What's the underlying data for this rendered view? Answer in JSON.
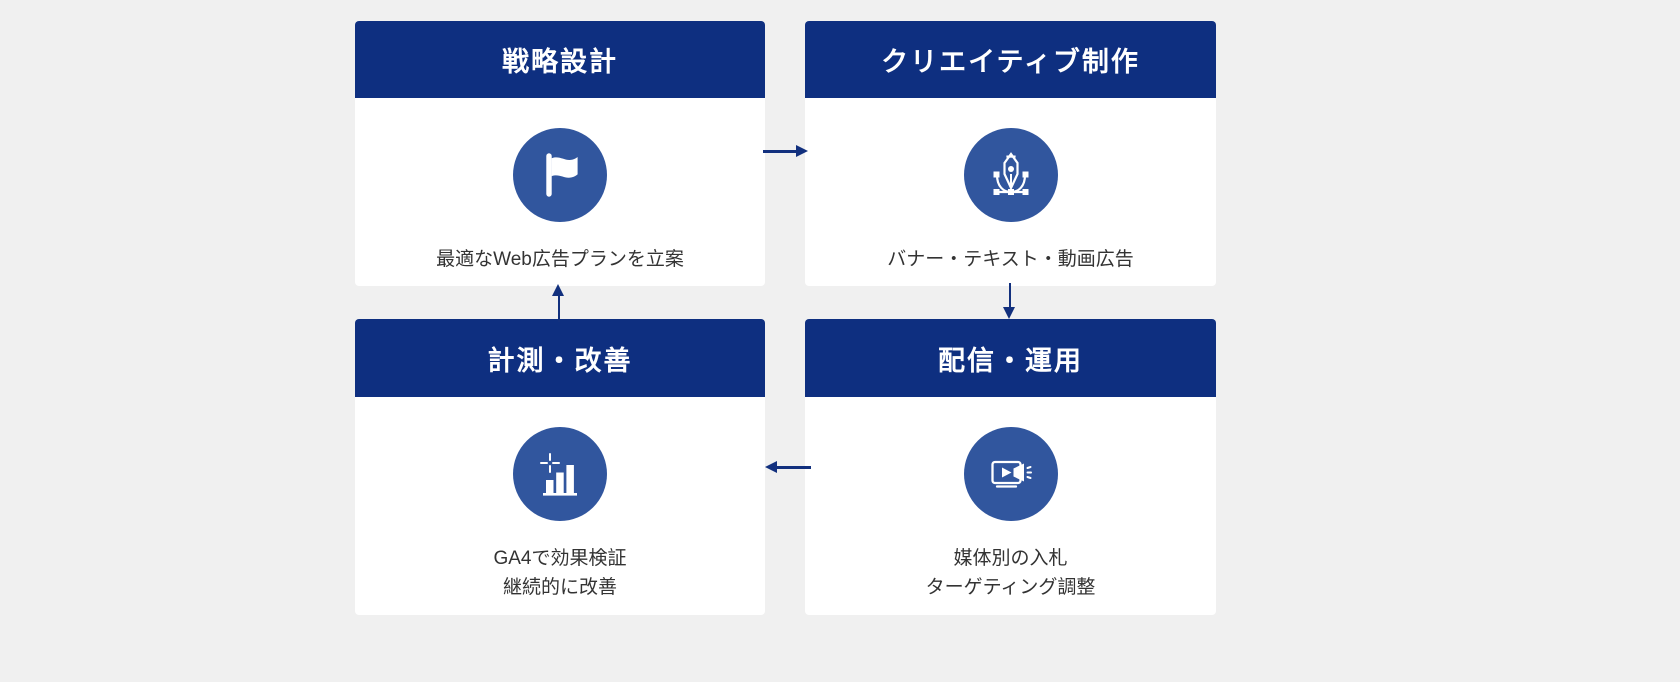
{
  "diagram": {
    "background_color": "#f0f0f0",
    "header_color": "#0e2f80",
    "icon_circle_color": "#31569e",
    "arrow_color": "#12307e",
    "card_color": "#ffffff",
    "text_color": "#333333",
    "flow_order": [
      "strategy",
      "creative",
      "delivery",
      "measure"
    ],
    "cards": [
      {
        "id": "strategy",
        "title": "戦略設計",
        "icon": "flag-icon",
        "description": "最適なWeb広告プランを立案"
      },
      {
        "id": "creative",
        "title": "クリエイティブ制作",
        "icon": "pen-tool-icon",
        "description": "バナー・テキスト・動画広告"
      },
      {
        "id": "measure",
        "title": "計測・改善",
        "icon": "bar-chart-sparkle-icon",
        "description": "GA4で効果検証\n継続的に改善"
      },
      {
        "id": "delivery",
        "title": "配信・運用",
        "icon": "video-megaphone-icon",
        "description": "媒体別の入札\nターゲティング調整"
      }
    ],
    "arrows": [
      {
        "id": "arrow-right",
        "direction": "right",
        "from": "strategy",
        "to": "creative"
      },
      {
        "id": "arrow-down",
        "direction": "down",
        "from": "creative",
        "to": "delivery"
      },
      {
        "id": "arrow-left",
        "direction": "left",
        "from": "delivery",
        "to": "measure"
      },
      {
        "id": "arrow-up",
        "direction": "up",
        "from": "measure",
        "to": "strategy"
      }
    ]
  }
}
